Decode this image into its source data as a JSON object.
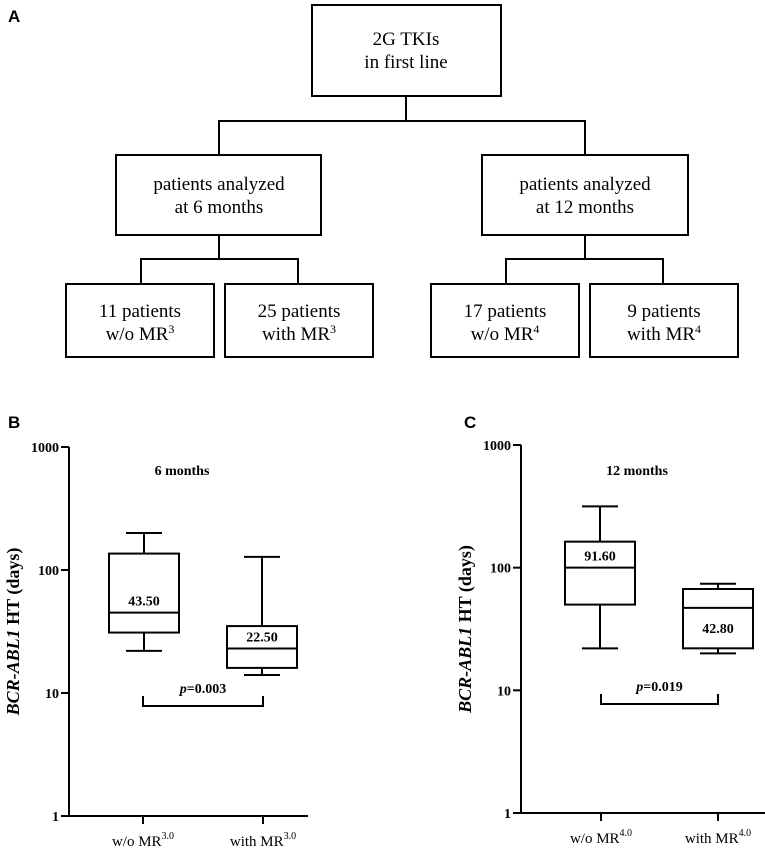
{
  "panel_labels": {
    "a": "A",
    "b": "B",
    "c": "C"
  },
  "flowchart": {
    "root": {
      "line1": "2G TKIs",
      "line2": "in first line"
    },
    "mid_left": {
      "line1": "patients analyzed",
      "line2": "at 6 months"
    },
    "mid_right": {
      "line1": "patients analyzed",
      "line2": "at 12 months"
    },
    "leaves": [
      {
        "line1": "11 patients",
        "line2": "w/o MR",
        "sup": "3"
      },
      {
        "line1": "25 patients",
        "line2": "with MR",
        "sup": "3"
      },
      {
        "line1": "17 patients",
        "line2": "w/o MR",
        "sup": "4"
      },
      {
        "line1": "9 patients",
        "line2": "with MR",
        "sup": "4"
      }
    ]
  },
  "chart_data": [
    {
      "type": "box",
      "title": "6 months",
      "ylabel_italic": "BCR-ABL1",
      "ylabel_rest": " HT (days)",
      "yscale": "log",
      "ylim": [
        1,
        1000
      ],
      "yticks": [
        "1",
        "10",
        "100",
        "1000"
      ],
      "categories": [
        {
          "base": "w/o MR",
          "sup": "3.0"
        },
        {
          "base": "with MR",
          "sup": "3.0"
        }
      ],
      "boxes": [
        {
          "whisker_low": 22,
          "q1": 31,
          "median": 45,
          "q3": 136,
          "whisker_high": 200,
          "label": "43.50"
        },
        {
          "whisker_low": 14,
          "q1": 16,
          "median": 23,
          "q3": 35,
          "whisker_high": 128,
          "label": "22.50"
        }
      ],
      "pvalue": {
        "p": "p",
        "rest": "=0.003"
      }
    },
    {
      "type": "box",
      "title": "12 months",
      "ylabel_italic": "BCR-ABL1",
      "ylabel_rest": " HT (days)",
      "yscale": "log",
      "ylim": [
        1,
        1000
      ],
      "yticks": [
        "1",
        "10",
        "100",
        "1000"
      ],
      "categories": [
        {
          "base": "w/o MR",
          "sup": "4.0"
        },
        {
          "base": "with MR",
          "sup": "4.0"
        }
      ],
      "boxes": [
        {
          "whisker_low": 22,
          "q1": 50,
          "median": 100,
          "q3": 163,
          "whisker_high": 316,
          "label": "91.60"
        },
        {
          "whisker_low": 20,
          "q1": 22,
          "median": 47,
          "q3": 67,
          "whisker_high": 74,
          "label": "42.80"
        }
      ],
      "pvalue": {
        "p": "p",
        "rest": "=0.019"
      }
    }
  ]
}
